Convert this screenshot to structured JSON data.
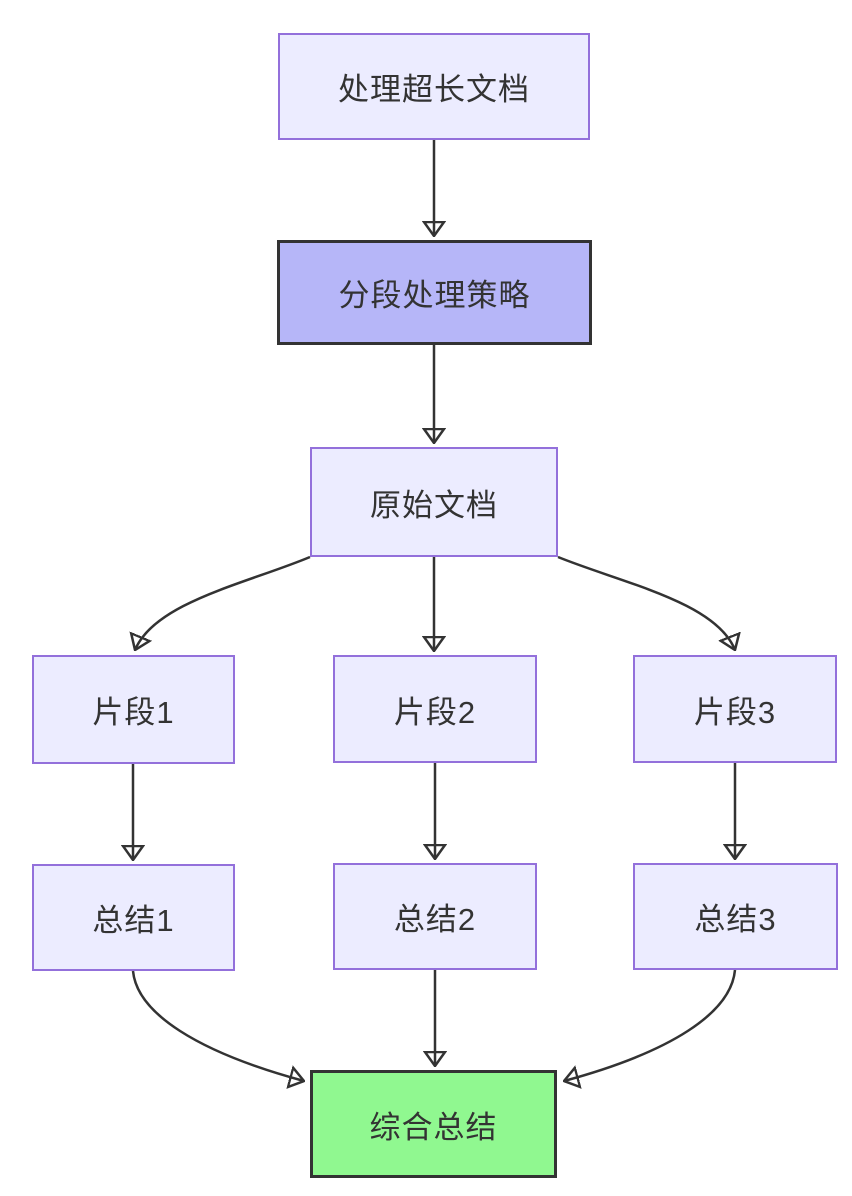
{
  "diagram": {
    "type": "flowchart",
    "direction": "top-down",
    "nodes": [
      {
        "id": "task",
        "label": "处理超长文档",
        "style": "default"
      },
      {
        "id": "strategy",
        "label": "分段处理策略",
        "style": "highlight"
      },
      {
        "id": "doc",
        "label": "原始文档",
        "style": "default"
      },
      {
        "id": "frag1",
        "label": "片段1",
        "style": "default"
      },
      {
        "id": "frag2",
        "label": "片段2",
        "style": "default"
      },
      {
        "id": "frag3",
        "label": "片段3",
        "style": "default"
      },
      {
        "id": "sum1",
        "label": "总结1",
        "style": "default"
      },
      {
        "id": "sum2",
        "label": "总结2",
        "style": "default"
      },
      {
        "id": "sum3",
        "label": "总结3",
        "style": "default"
      },
      {
        "id": "final",
        "label": "综合总结",
        "style": "success"
      }
    ],
    "edges": [
      {
        "from": "处理超长文档",
        "to": "分段处理策略"
      },
      {
        "from": "分段处理策略",
        "to": "原始文档"
      },
      {
        "from": "原始文档",
        "to": "片段1"
      },
      {
        "from": "原始文档",
        "to": "片段2"
      },
      {
        "from": "原始文档",
        "to": "片段3"
      },
      {
        "from": "片段1",
        "to": "总结1"
      },
      {
        "from": "片段2",
        "to": "总结2"
      },
      {
        "from": "片段3",
        "to": "总结3"
      },
      {
        "from": "总结1",
        "to": "综合总结"
      },
      {
        "from": "总结2",
        "to": "综合总结"
      },
      {
        "from": "总结3",
        "to": "综合总结"
      }
    ],
    "colors": {
      "background": "#FFFFFF",
      "node_fill": "#ECECFF",
      "node_border": "#9370DB",
      "highlight_fill": "#B6B6F8",
      "emphasis_border": "#333333",
      "success_fill": "#90F890",
      "edge": "#333333",
      "text": "#333333"
    }
  }
}
